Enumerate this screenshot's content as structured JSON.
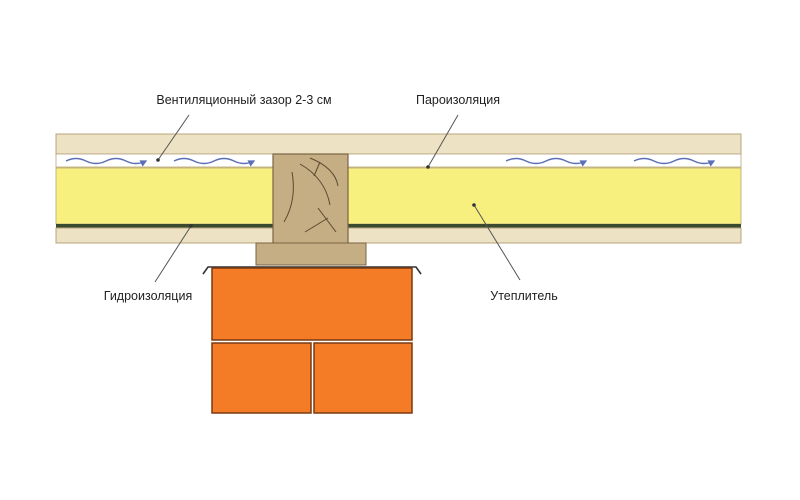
{
  "labels": {
    "ventilation_gap": "Вентиляционный зазор 2-3 см",
    "vapor_barrier": "Пароизоляция",
    "waterproofing": "Гидроизоляция",
    "insulation": "Утеплитель"
  },
  "colors": {
    "board": "#ede2c4",
    "board_edge": "#b8a47c",
    "insulation": "#f7f07e",
    "membrane": "#3a4a2e",
    "air_gap": "#ffffff",
    "air_arrow": "#5a6fb6",
    "beam": "#c5ad84",
    "beam_grain": "#5a4a30",
    "brick": "#f47c27",
    "brick_edge": "#7a3a10",
    "leader": "#555555"
  },
  "icons": [
    "air-flow-arrow-icon"
  ]
}
